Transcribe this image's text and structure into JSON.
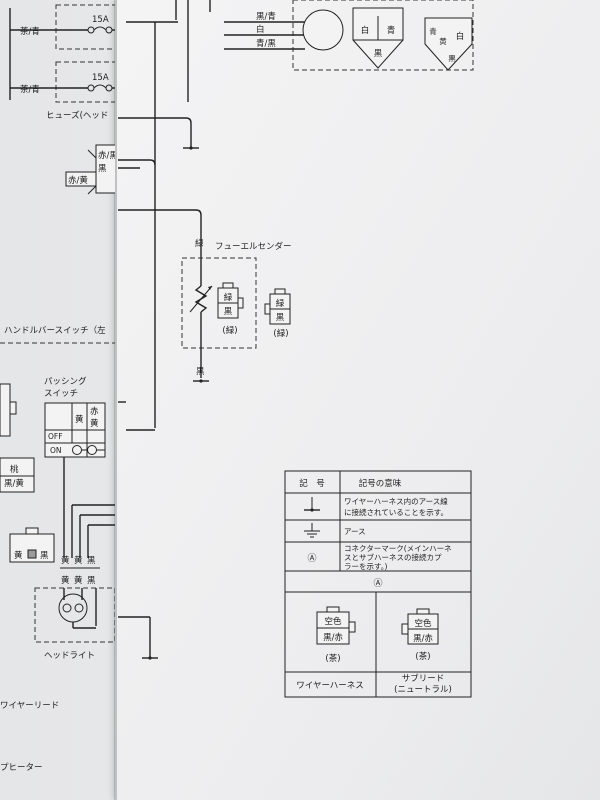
{
  "fuses": {
    "rating": "15A",
    "wire_label": "茶/青",
    "label": "ヒューズ(ヘッド"
  },
  "top_wires": {
    "black_blue": "黒/青",
    "white": "白",
    "blue_black": "青/黒"
  },
  "top_connector_a": {
    "white": "白",
    "blue": "青",
    "black": "黒"
  },
  "top_connector_b": {
    "blue": "青",
    "yellow": "黄",
    "white": "白",
    "black": "黒"
  },
  "left_connector": {
    "red_black": "赤/黒",
    "black": "黒",
    "red_yellow": "赤/黄"
  },
  "fuel_sender": {
    "title": "フューエルセンダー",
    "green": "緑",
    "black": "黒",
    "green_paren": "(緑)",
    "ground_black": "黒"
  },
  "handlebar_switch": {
    "title": "ハンドルバースイッチ（左"
  },
  "passing_switch": {
    "title_line1": "パッシング",
    "title_line2": "スイッチ",
    "yellow": "黄",
    "red": "赤",
    "yellow2": "黄",
    "off": "OFF",
    "on": "ON"
  },
  "left_small_connector": {
    "peach": "桃",
    "black_yellow": "黒/黄"
  },
  "headlight": {
    "label": "ヘッドライト",
    "connector_yellow": "黄",
    "connector_black": "黒",
    "wire_yellow": "黄",
    "wire_black": "黒"
  },
  "left_labels": {
    "wire_lead": "ワイヤーリード",
    "heater": "プヒーター"
  },
  "legend": {
    "header_symbol": "記　号",
    "header_meaning": "記号の意味",
    "row1_text_line1": "ワイヤーハーネス内のアース線",
    "row1_text_line2": "に接続されていることを示す。",
    "row2_text": "アース",
    "row3_symbol": "Ⓐ",
    "row3_text_line1": "コネクターマーク(メインハーネ",
    "row3_text_line2": "スとサブハーネスの接続カプ",
    "row3_text_line3": "ラーを示す。)",
    "section_mark": "Ⓐ",
    "coupler_left": {
      "top": "空色",
      "bottom": "黒/赤",
      "color": "(茶)"
    },
    "coupler_right": {
      "top": "空色",
      "bottom": "黒/赤",
      "color": "(茶)"
    },
    "footer_left": "ワイヤーハーネス",
    "footer_right_line1": "サブリード",
    "footer_right_line2": "(ニュートラル)"
  }
}
